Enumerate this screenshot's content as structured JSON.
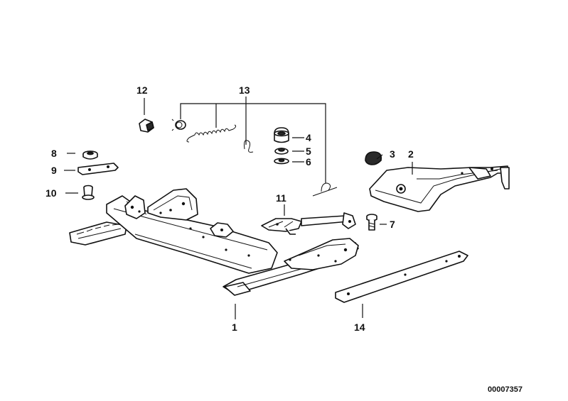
{
  "callouts": {
    "c1": "1",
    "c2": "2",
    "c3": "3",
    "c4": "4",
    "c5": "5",
    "c6": "6",
    "c7": "7",
    "c8": "8",
    "c9": "9",
    "c10": "10",
    "c11": "11",
    "c12": "12",
    "c13": "13",
    "c14": "14"
  },
  "reference_number": "00007357"
}
